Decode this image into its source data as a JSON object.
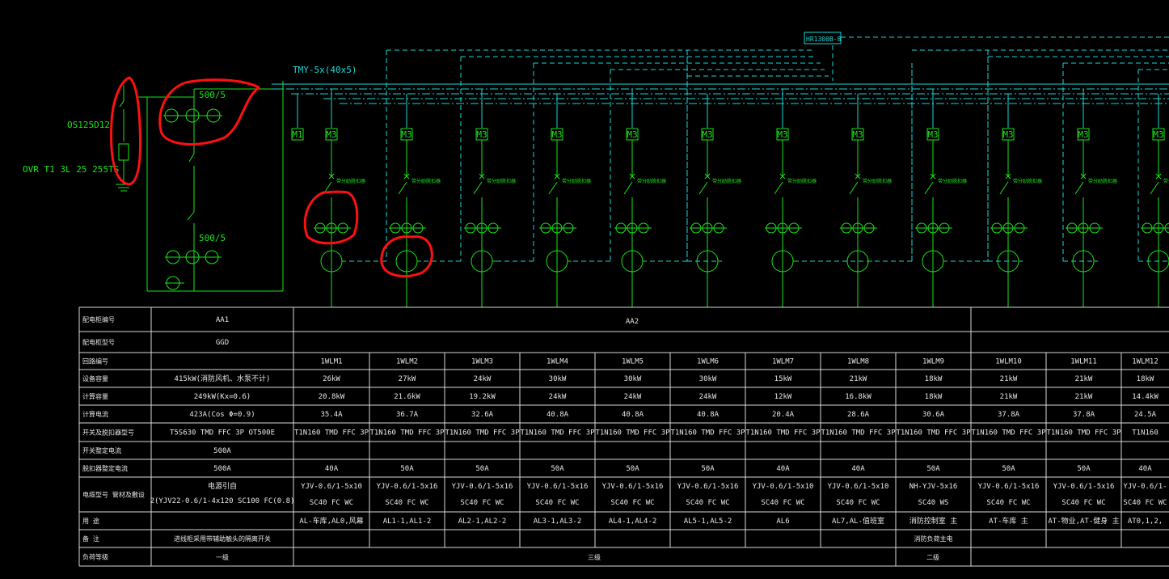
{
  "incoming": {
    "isolator": "OS125D12",
    "spd": "OVR T1 3L 25 255TS",
    "ct_top": "500/5",
    "ct_bottom": "500/5"
  },
  "busbar_label": "TMY-5x(40x5)",
  "monitor_module": "HR1300B-8",
  "feeder_labels": {
    "m1": "M1",
    "m3": "M3",
    "breaker_note": "带分励脱扣器"
  },
  "table": {
    "labels": [
      "配电柜编号",
      "配电柜型号",
      "回路编号",
      "设备容量",
      "计算容量",
      "计算电流",
      "开关及脱扣器型号",
      "开关整定电流",
      "脱扣器整定电流",
      "电缆型号 管材及敷设",
      "用 途",
      "备 注",
      "负荷等级"
    ],
    "aa1": {
      "cabinet": "AA1",
      "model": "GGD",
      "capacity": "415kW(消防风机、水泵不计)",
      "calc_capacity": "249kW(Kx=0.6)",
      "calc_current": "423A(Cos Φ=0.9)",
      "switch": "T5S630 TMD FFC 3P OT500E",
      "setting": "500A",
      "trip": "500A",
      "cable1": "电源引自",
      "cable2": "2(YJV22-0.6/1-4x120 SC100 FC(0.8)",
      "remark": "进线柜采用带辅助触头的隔离开关",
      "grade": "一级"
    },
    "aa2": {
      "cabinet": "AA2",
      "grade": "三级",
      "grade2": "二级"
    },
    "feeders": [
      {
        "id": "1WLM1",
        "cap": "26kW",
        "calc": "20.8kW",
        "cur": "35.4A",
        "sw": "T1N160 TMD FFC 3P",
        "trip": "40A",
        "cable": "YJV-0.6/1-5x10",
        "pipe": "SC40 FC WC",
        "use": "AL-车库,AL0,风幕",
        "remark": ""
      },
      {
        "id": "1WLM2",
        "cap": "27kW",
        "calc": "21.6kW",
        "cur": "36.7A",
        "sw": "T1N160 TMD FFC 3P",
        "trip": "50A",
        "cable": "YJV-0.6/1-5x16",
        "pipe": "SC40 FC WC",
        "use": "AL1-1,AL1-2",
        "remark": ""
      },
      {
        "id": "1WLM3",
        "cap": "24kW",
        "calc": "19.2kW",
        "cur": "32.6A",
        "sw": "T1N160 TMD FFC 3P",
        "trip": "50A",
        "cable": "YJV-0.6/1-5x16",
        "pipe": "SC40 FC WC",
        "use": "AL2-1,AL2-2",
        "remark": ""
      },
      {
        "id": "1WLM4",
        "cap": "30kW",
        "calc": "24kW",
        "cur": "40.8A",
        "sw": "T1N160 TMD FFC 3P",
        "trip": "50A",
        "cable": "YJV-0.6/1-5x16",
        "pipe": "SC40 FC WC",
        "use": "AL3-1,AL3-2",
        "remark": ""
      },
      {
        "id": "1WLM5",
        "cap": "30kW",
        "calc": "24kW",
        "cur": "40.8A",
        "sw": "T1N160 TMD FFC 3P",
        "trip": "50A",
        "cable": "YJV-0.6/1-5x16",
        "pipe": "SC40 FC WC",
        "use": "AL4-1,AL4-2",
        "remark": ""
      },
      {
        "id": "1WLM6",
        "cap": "30kW",
        "calc": "24kW",
        "cur": "40.8A",
        "sw": "T1N160 TMD FFC 3P",
        "trip": "50A",
        "cable": "YJV-0.6/1-5x16",
        "pipe": "SC40 FC WC",
        "use": "AL5-1,AL5-2",
        "remark": ""
      },
      {
        "id": "1WLM7",
        "cap": "15kW",
        "calc": "12kW",
        "cur": "20.4A",
        "sw": "T1N160 TMD FFC 3P",
        "trip": "40A",
        "cable": "YJV-0.6/1-5x10",
        "pipe": "SC40 FC WC",
        "use": "AL6",
        "remark": ""
      },
      {
        "id": "1WLM8",
        "cap": "21kW",
        "calc": "16.8kW",
        "cur": "28.6A",
        "sw": "T1N160 TMD FFC 3P",
        "trip": "40A",
        "cable": "YJV-0.6/1-5x10",
        "pipe": "SC40 FC WC",
        "use": "AL7,AL-值班室",
        "remark": ""
      },
      {
        "id": "1WLM9",
        "cap": "18kW",
        "calc": "18kW",
        "cur": "30.6A",
        "sw": "T1N160 TMD FFC 3P",
        "trip": "50A",
        "cable": "NH-YJV-5x16",
        "pipe": "SC40 WS",
        "use": "消防控制室 主",
        "remark": "消防负荷主电"
      },
      {
        "id": "1WLM10",
        "cap": "21kW",
        "calc": "21kW",
        "cur": "37.8A",
        "sw": "T1N160 TMD FFC 3P",
        "trip": "50A",
        "cable": "YJV-0.6/1-5x16",
        "pipe": "SC40 FC WC",
        "use": "AT-车库 主",
        "remark": ""
      },
      {
        "id": "1WLM11",
        "cap": "21kW",
        "calc": "21kW",
        "cur": "37.8A",
        "sw": "T1N160 TMD FFC 3P",
        "trip": "50A",
        "cable": "YJV-0.6/1-5x16",
        "pipe": "SC40 FC WC",
        "use": "AT-物业,AT-健身 主",
        "remark": ""
      },
      {
        "id": "1WLM12",
        "cap": "18kW",
        "calc": "14.4kW",
        "cur": "24.5A",
        "sw": "T1N160",
        "trip": "40A",
        "cable": "YJV-0.6/1-",
        "pipe": "SC40 FC WC",
        "use": "AT0,1,2,",
        "remark": ""
      }
    ]
  }
}
